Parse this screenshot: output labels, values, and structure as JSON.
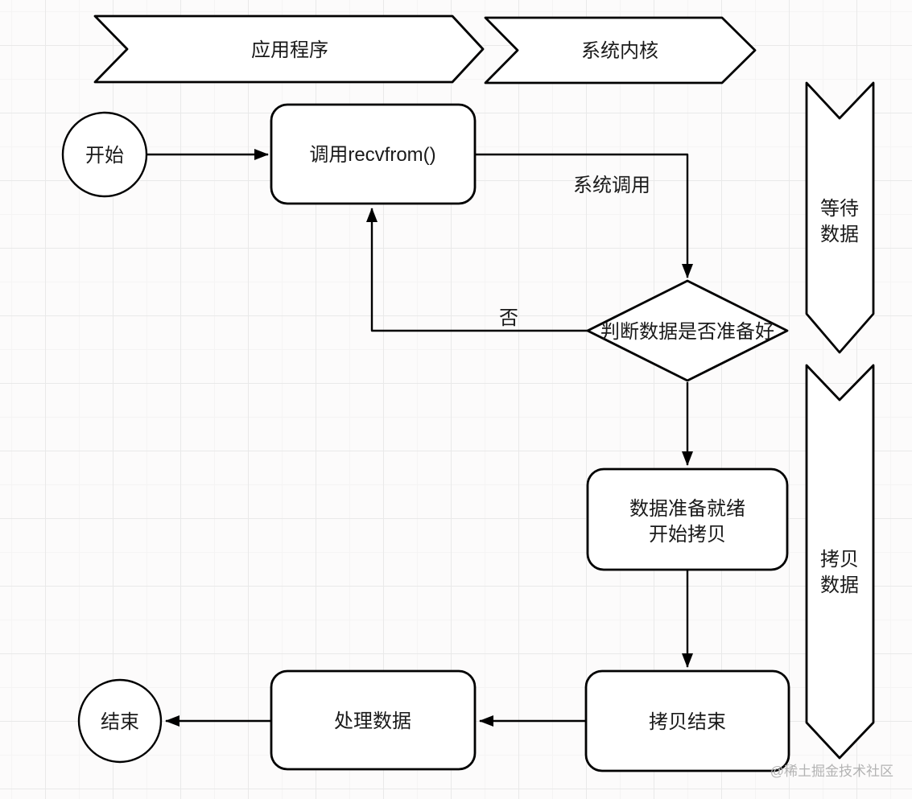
{
  "diagram_title": "blocking-recvfrom-flowchart",
  "nodes": {
    "app_banner": "应用程序",
    "kernel_banner": "系统内核",
    "start": "开始",
    "call_recvfrom": "调用recvfrom()",
    "decision": "判断数据是否准备好",
    "data_ready": {
      "line1": "数据准备就绪",
      "line2": "开始拷贝"
    },
    "copy_done": "拷贝结束",
    "process_data": "处理数据",
    "end": "结束",
    "wait_banner": {
      "line1": "等待",
      "line2": "数据"
    },
    "copy_banner": {
      "line1": "拷贝",
      "line2": "数据"
    }
  },
  "edge_labels": {
    "syscall": "系统调用",
    "no": "否"
  },
  "watermark": "@稀土掘金技术社区",
  "colors": {
    "terminal_fill": "#f8cecc",
    "terminal_stroke": "#b85450",
    "shape_fill": "#ffffff",
    "shape_stroke": "#000000",
    "text": "#1a1a1a",
    "watermark": "#b3b3b3",
    "grid_major": "#e9e9e9",
    "grid_minor": "#f5f4f4",
    "background": "#fcfbfb"
  }
}
